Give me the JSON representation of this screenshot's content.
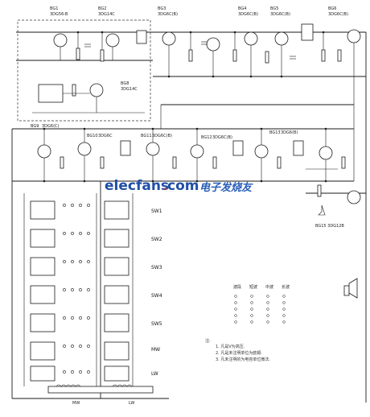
{
  "stages_top": [
    {
      "label": "BG1",
      "part": "3DG56-B"
    },
    {
      "label": "BG2",
      "part": "3DG14C"
    },
    {
      "label": "BG3",
      "part": "3DG6C(B)"
    },
    {
      "label": "BG4",
      "part": "3DG6C(B)"
    },
    {
      "label": "BG5",
      "part": "3DG6C(B)"
    },
    {
      "label": "BG6",
      "part": "3DG6C(B)"
    }
  ],
  "stages_mid": [
    {
      "label": "BG9",
      "part": "3DG6(C)"
    },
    {
      "label": "BG10",
      "part": "3DG6C"
    },
    {
      "label": "BG11",
      "part": "3DG6C(B)"
    },
    {
      "label": "BG12",
      "part": "3DG6C(B)"
    },
    {
      "label": "BG13",
      "part": "3DG6(B)"
    }
  ],
  "local_osc": {
    "label": "BG8",
    "part": "3DG14C"
  },
  "sw_labels": [
    "SW1",
    "SW2",
    "SW3",
    "SW4",
    "SW5",
    "MW",
    "LW"
  ],
  "watermark": {
    "site": "elecfans",
    "dot": ".",
    "tld": "com",
    "cn": "电子发烧友"
  },
  "notes": [
    "1. 凡是V为高压.",
    "2. 凡是未注明单位为欧姆.",
    "3. 凡未注明的为电容单位微法."
  ],
  "notes_heading": "注:",
  "table_headers": [
    "波段",
    "短波",
    "中波",
    "长波"
  ],
  "bottom_labels": [
    "MW",
    "LW"
  ],
  "right_part": "BG15 3DG12B"
}
